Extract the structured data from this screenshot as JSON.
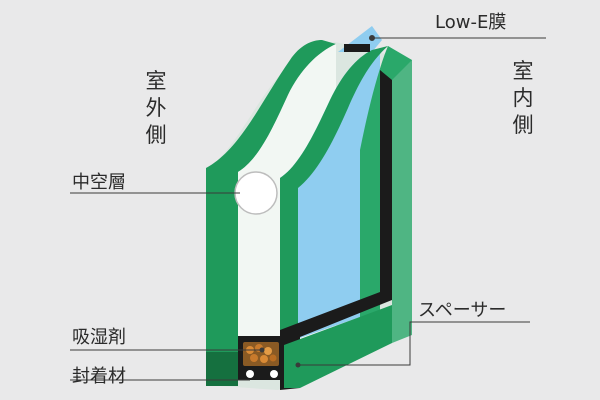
{
  "labels": {
    "outdoor_side": "室外側",
    "indoor_side": "室内側",
    "low_e_film": "Low-E膜",
    "air_space": "中空層",
    "desiccant": "吸湿剤",
    "sealant": "封着材",
    "spacer": "スペーサー"
  },
  "colors": {
    "background": "#e9e9ea",
    "glass_edge": "#1f9a5b",
    "glass_edge_dark": "#15703f",
    "low_e_coating": "#8fcdf0",
    "spacer_black": "#1b1b1b",
    "desiccant": "#c87a2c",
    "leader_line": "#3a3a3a"
  }
}
